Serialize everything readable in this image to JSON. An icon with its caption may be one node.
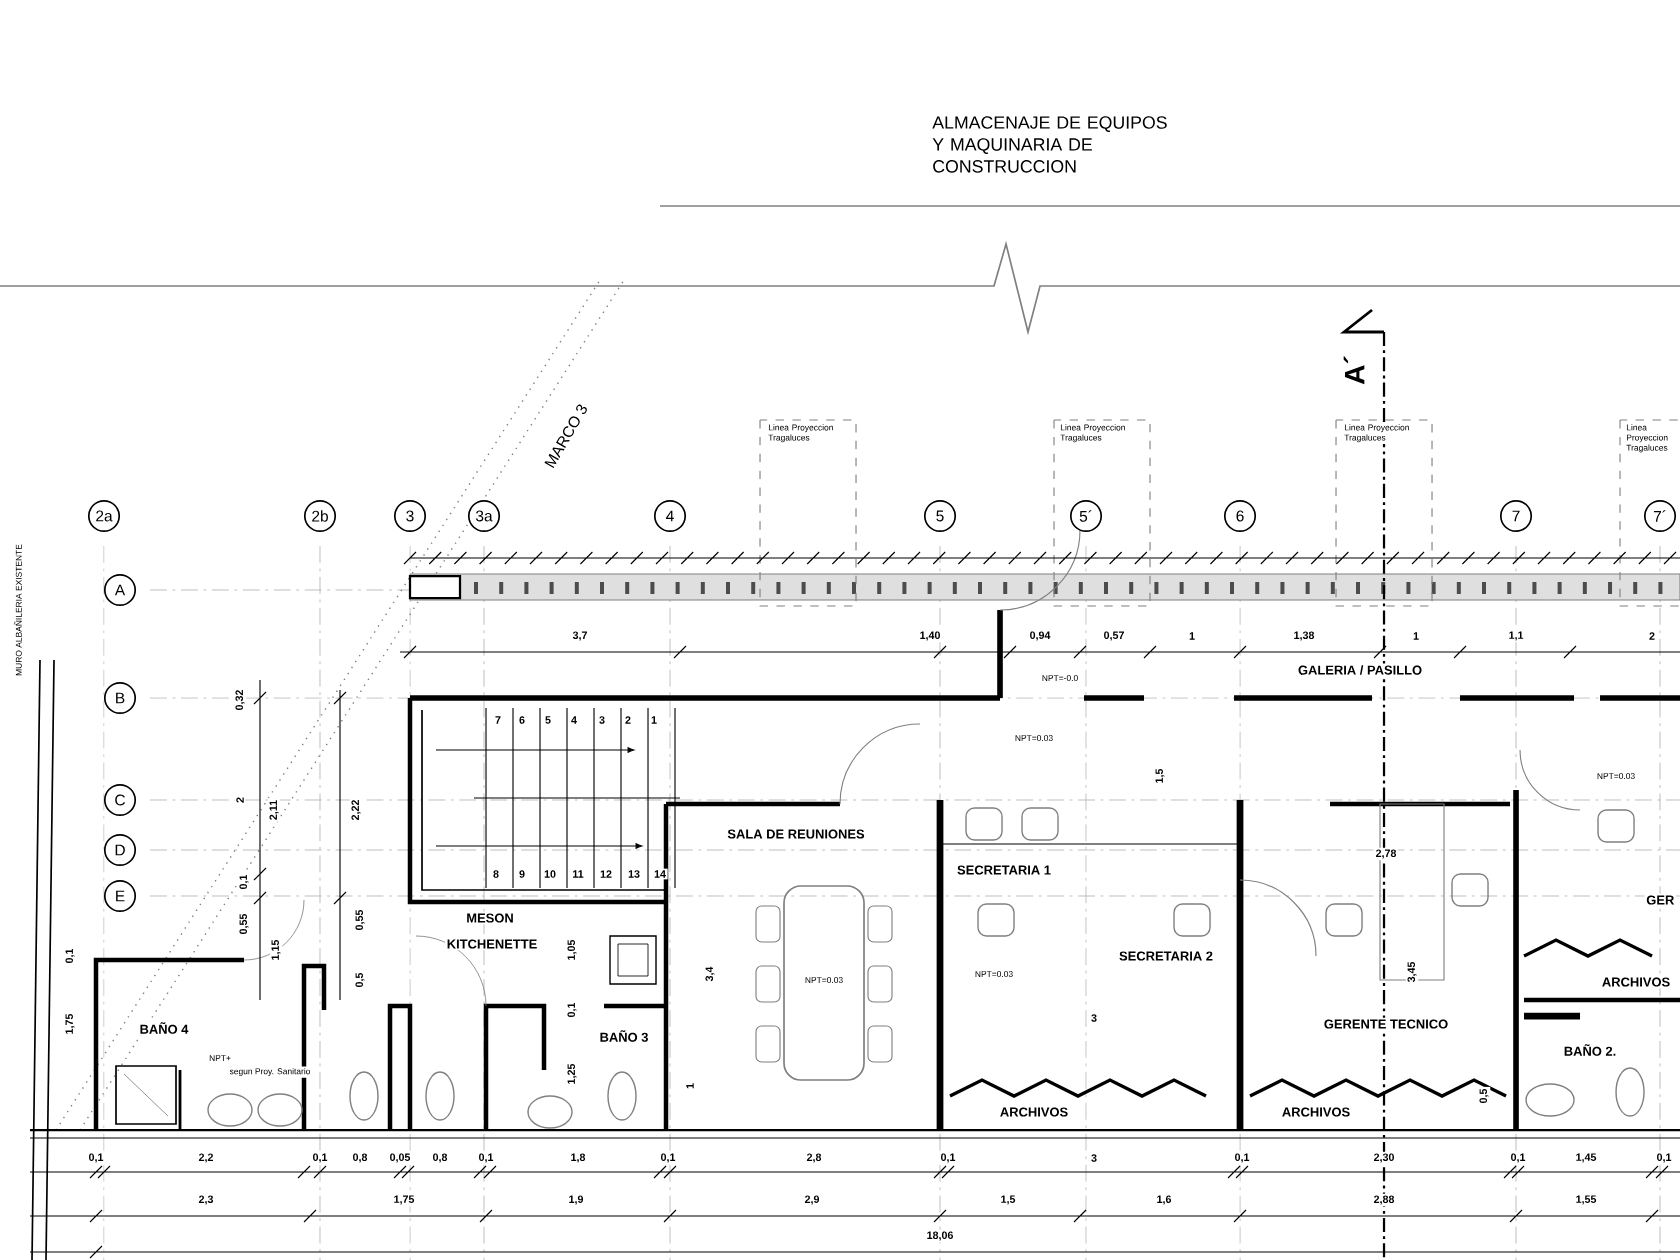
{
  "diagram": {
    "nodes": [
      {
        "text": [
          "2a"
        ]
      },
      {
        "text": [
          "2b"
        ]
      },
      {
        "text": [
          "3"
        ]
      },
      {
        "text": [
          "3a"
        ]
      },
      {
        "text": [
          "4"
        ]
      },
      {
        "text": [
          "5"
        ]
      },
      {
        "text": [
          "5´"
        ]
      },
      {
        "text": [
          "6"
        ]
      },
      {
        "text": [
          "7"
        ]
      },
      {
        "text": [
          "7´"
        ]
      },
      {
        "text": [
          "A"
        ]
      },
      {
        "text": [
          "B"
        ]
      },
      {
        "text": [
          "C"
        ]
      },
      {
        "text": [
          "D"
        ]
      },
      {
        "text": [
          "E"
        ]
      }
    ],
    "labels": [
      "ALMACENAJE DE EQUIPOS Y MAQUINARIA DE CONSTRUCCION",
      "MARCO 3",
      "A´",
      "Linea Proyeccion Tragaluces",
      "Linea Proyeccion Tragaluces",
      "Linea Proyeccion Tragaluces",
      "Linea Proyeccion Tragaluces",
      "MURO ALBAÑILERIA EXISTENTE",
      "3,7",
      "1,40",
      "0,94",
      "0,57",
      "1",
      "1,38",
      "1",
      "1,1",
      "2",
      "GALERIA / PASILLO",
      "NPT=-0.0",
      "0,32",
      "7",
      "6",
      "5",
      "4",
      "3",
      "2",
      "1",
      "NPT=0.03",
      "1,5",
      "NPT=0.03",
      "2",
      "2,11",
      "2,22",
      "SALA DE REUNIONES",
      "0,1",
      "8",
      "9",
      "10",
      "11",
      "12",
      "13",
      "14",
      "SECRETARIA 1",
      "2,78",
      "GER",
      "0,55",
      "0,55",
      "MESON",
      "0,1",
      "1,15",
      "0,5",
      "KITCHENETTE",
      "1,05",
      "3,4",
      "NPT=0.03",
      "NPT=0.03",
      "SECRETARIA 2",
      "3,45",
      "ARCHIVOS",
      "1,75",
      "BAÑO 4",
      "0,1",
      "BAÑO 3",
      "3",
      "GERENTE TECNICO",
      "BAÑO 2.",
      "NPT+",
      "segun Proy. Sanitario",
      "1,25",
      "1",
      "0,5",
      "ARCHIVOS",
      "ARCHIVOS",
      "0,1",
      "2,2",
      "0,1",
      "0,8",
      "0,05",
      "0,8",
      "0,1",
      "1,8",
      "0,1",
      "2,8",
      "0,1",
      "3",
      "0,1",
      "2,30",
      "0,1",
      "1,45",
      "0,1",
      "2,3",
      "1,75",
      "1,9",
      "2,9",
      "1,5",
      "1,6",
      "2,88",
      "1,55",
      "18,06"
    ]
  }
}
